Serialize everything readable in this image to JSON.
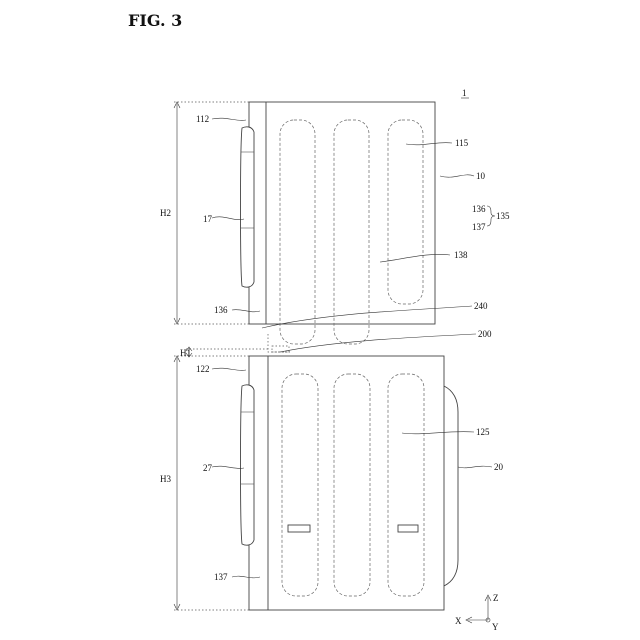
{
  "figure": {
    "title": "FIG. 3"
  },
  "labels": {
    "device": "1",
    "top_door": "112",
    "top_handle": "17",
    "h2": "H2",
    "c136_left": "136",
    "c115": "115",
    "c10": "10",
    "c136_right": "136",
    "c137_right": "137",
    "c135": "135",
    "c138": "138",
    "c240": "240",
    "c200": "200",
    "h1": "H1",
    "bottom_door": "122",
    "c125": "125",
    "bottom_handle": "27",
    "c20": "20",
    "h3": "H3",
    "c137_left": "137"
  },
  "axes": {
    "z": "Z",
    "x": "X",
    "y": "Y"
  }
}
